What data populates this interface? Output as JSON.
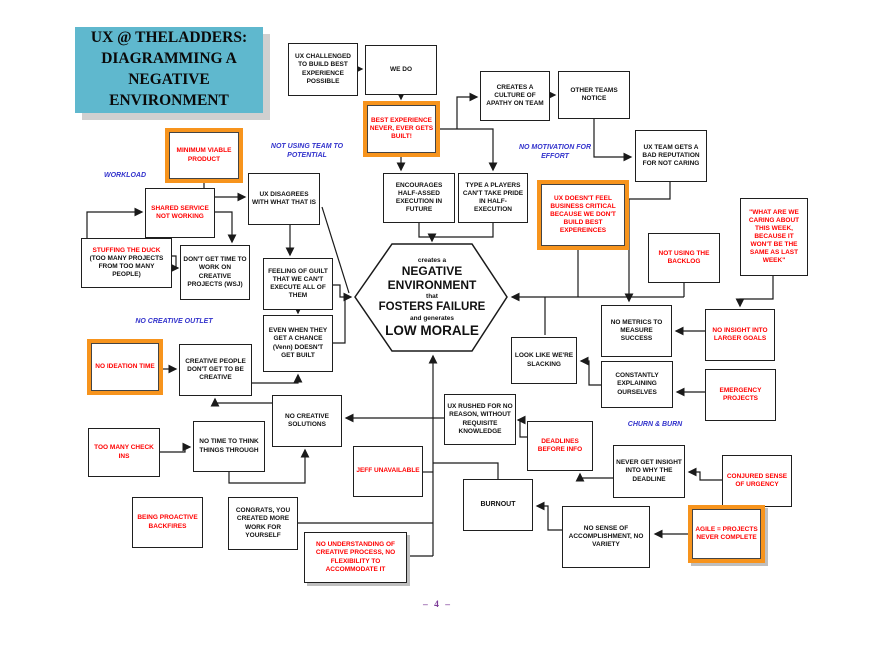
{
  "title": "UX @ THELADDERS: DIAGRAMMING A NEGATIVE ENVIRONMENT",
  "colors": {
    "accent_orange": "#F7941D",
    "alert_red": "#FF0000",
    "label_blue": "#3333CC",
    "title_teal": "#5FB8CE",
    "page_number_purple": "#7D3C98"
  },
  "hexagon": {
    "lines": [
      "creates a",
      "NEGATIVE",
      "ENVIRONMENT",
      "that",
      "FOSTERS FAILURE",
      "and generates",
      "LOW MORALE"
    ]
  },
  "labels": {
    "workload": "WORKLOAD",
    "not_using_team": "NOT USING TEAM TO POTENTIAL",
    "no_motivation": "NO MOTIVATION FOR EFFORT",
    "no_creative_outlet": "NO CREATIVE OUTLET",
    "churn_burn": "CHURN & BURN"
  },
  "nodes": {
    "ux_challenged": "UX CHALLENGED TO BUILD BEST EXPERIENCE POSSIBLE",
    "we_do": "WE DO",
    "creates_apathy": "CREATES A CULTURE OF APATHY ON TEAM",
    "other_teams": "OTHER TEAMS NOTICE",
    "bad_reputation": "UX TEAM GETS A BAD REPUTATION FOR NOT CARING",
    "best_experience": "BEST EXPERIENCE NEVER, EVER GETS BUILT!",
    "minimum_viable": "MINIMUM VIABLE PRODUCT",
    "shared_service": "SHARED SERVICE NOT WORKING",
    "ux_disagrees": "UX DISAGREES WITH WHAT THAT IS",
    "encourages": "ENCOURAGES HALF-ASSED EXECUTION IN FUTURE",
    "type_a": "TYPE A PLAYERS CAN'T TAKE PRIDE IN HALF-EXECUTION",
    "not_business_critical": "UX DOESN'T FEEL BUSINESS CRITICAL BECAUSE WE DON'T BUILD BEST EXPEREINCES",
    "what_are_we": "\"WHAT ARE WE CARING ABOUT THIS WEEK, BECAUSE IT WON'T BE THE SAME AS LAST WEEK\"",
    "stuffing_title": "STUFFING THE DUCK",
    "stuffing_sub": "(TOO MANY PROJECTS FROM TOO MANY PEOPLE)",
    "dont_get_time": "DON'T GET TIME TO WORK ON CREATIVE PROJECTS (WSJ)",
    "feeling_guilt": "FEELING OF GUILT THAT WE CAN'T EXECUTE ALL OF THEM",
    "not_using_backlog": "NOT USING THE BACKLOG",
    "even_when": "EVEN WHEN THEY GET A CHANCE (Venn) DOESN'T GET BUILT",
    "no_metrics": "NO METRICS TO MEASURE SUCCESS",
    "no_insight": "NO INSIGHT INTO LARGER GOALS",
    "look_like": "LOOK LIKE WE'RE SLACKING",
    "constantly": "CONSTANTLY EXPLAINING OURSELVES",
    "emergency": "EMERGENCY PROJECTS",
    "no_ideation": "NO IDEATION TIME",
    "creative_people": "CREATIVE PEOPLE DON'T GET TO BE CREATIVE",
    "no_creative_solutions": "NO CREATIVE SOLUTIONS",
    "ux_rushed": "UX RUSHED FOR NO REASON, WITHOUT REQUISITE KNOWLEDGE",
    "deadlines": "DEADLINES BEFORE INFO",
    "never_insight_deadline": "NEVER GET INSIGHT INTO WHY THE DEADLINE",
    "conjured": "CONJURED SENSE OF URGENCY",
    "too_many_checkins": "TOO MANY CHECK INS",
    "no_time_think": "NO TIME TO THINK THINGS THROUGH",
    "jeff": "JEFF UNAVAILABLE",
    "burnout": "BURNOUT",
    "no_sense": "NO SENSE OF ACCOMPLISHMENT, NO VARIETY",
    "agile": "AGILE = PROJECTS NEVER COMPLETE",
    "being_proactive": "BEING PROACTIVE BACKFIRES",
    "congrats": "CONGRATS, YOU CREATED MORE WORK FOR YOURSELF",
    "no_understanding": "NO UNDERSTANDING OF CREATIVE PROCESS, NO FLEXIBILITY TO ACCOMMODATE IT"
  },
  "footer": {
    "page_number": "–  4  –"
  }
}
